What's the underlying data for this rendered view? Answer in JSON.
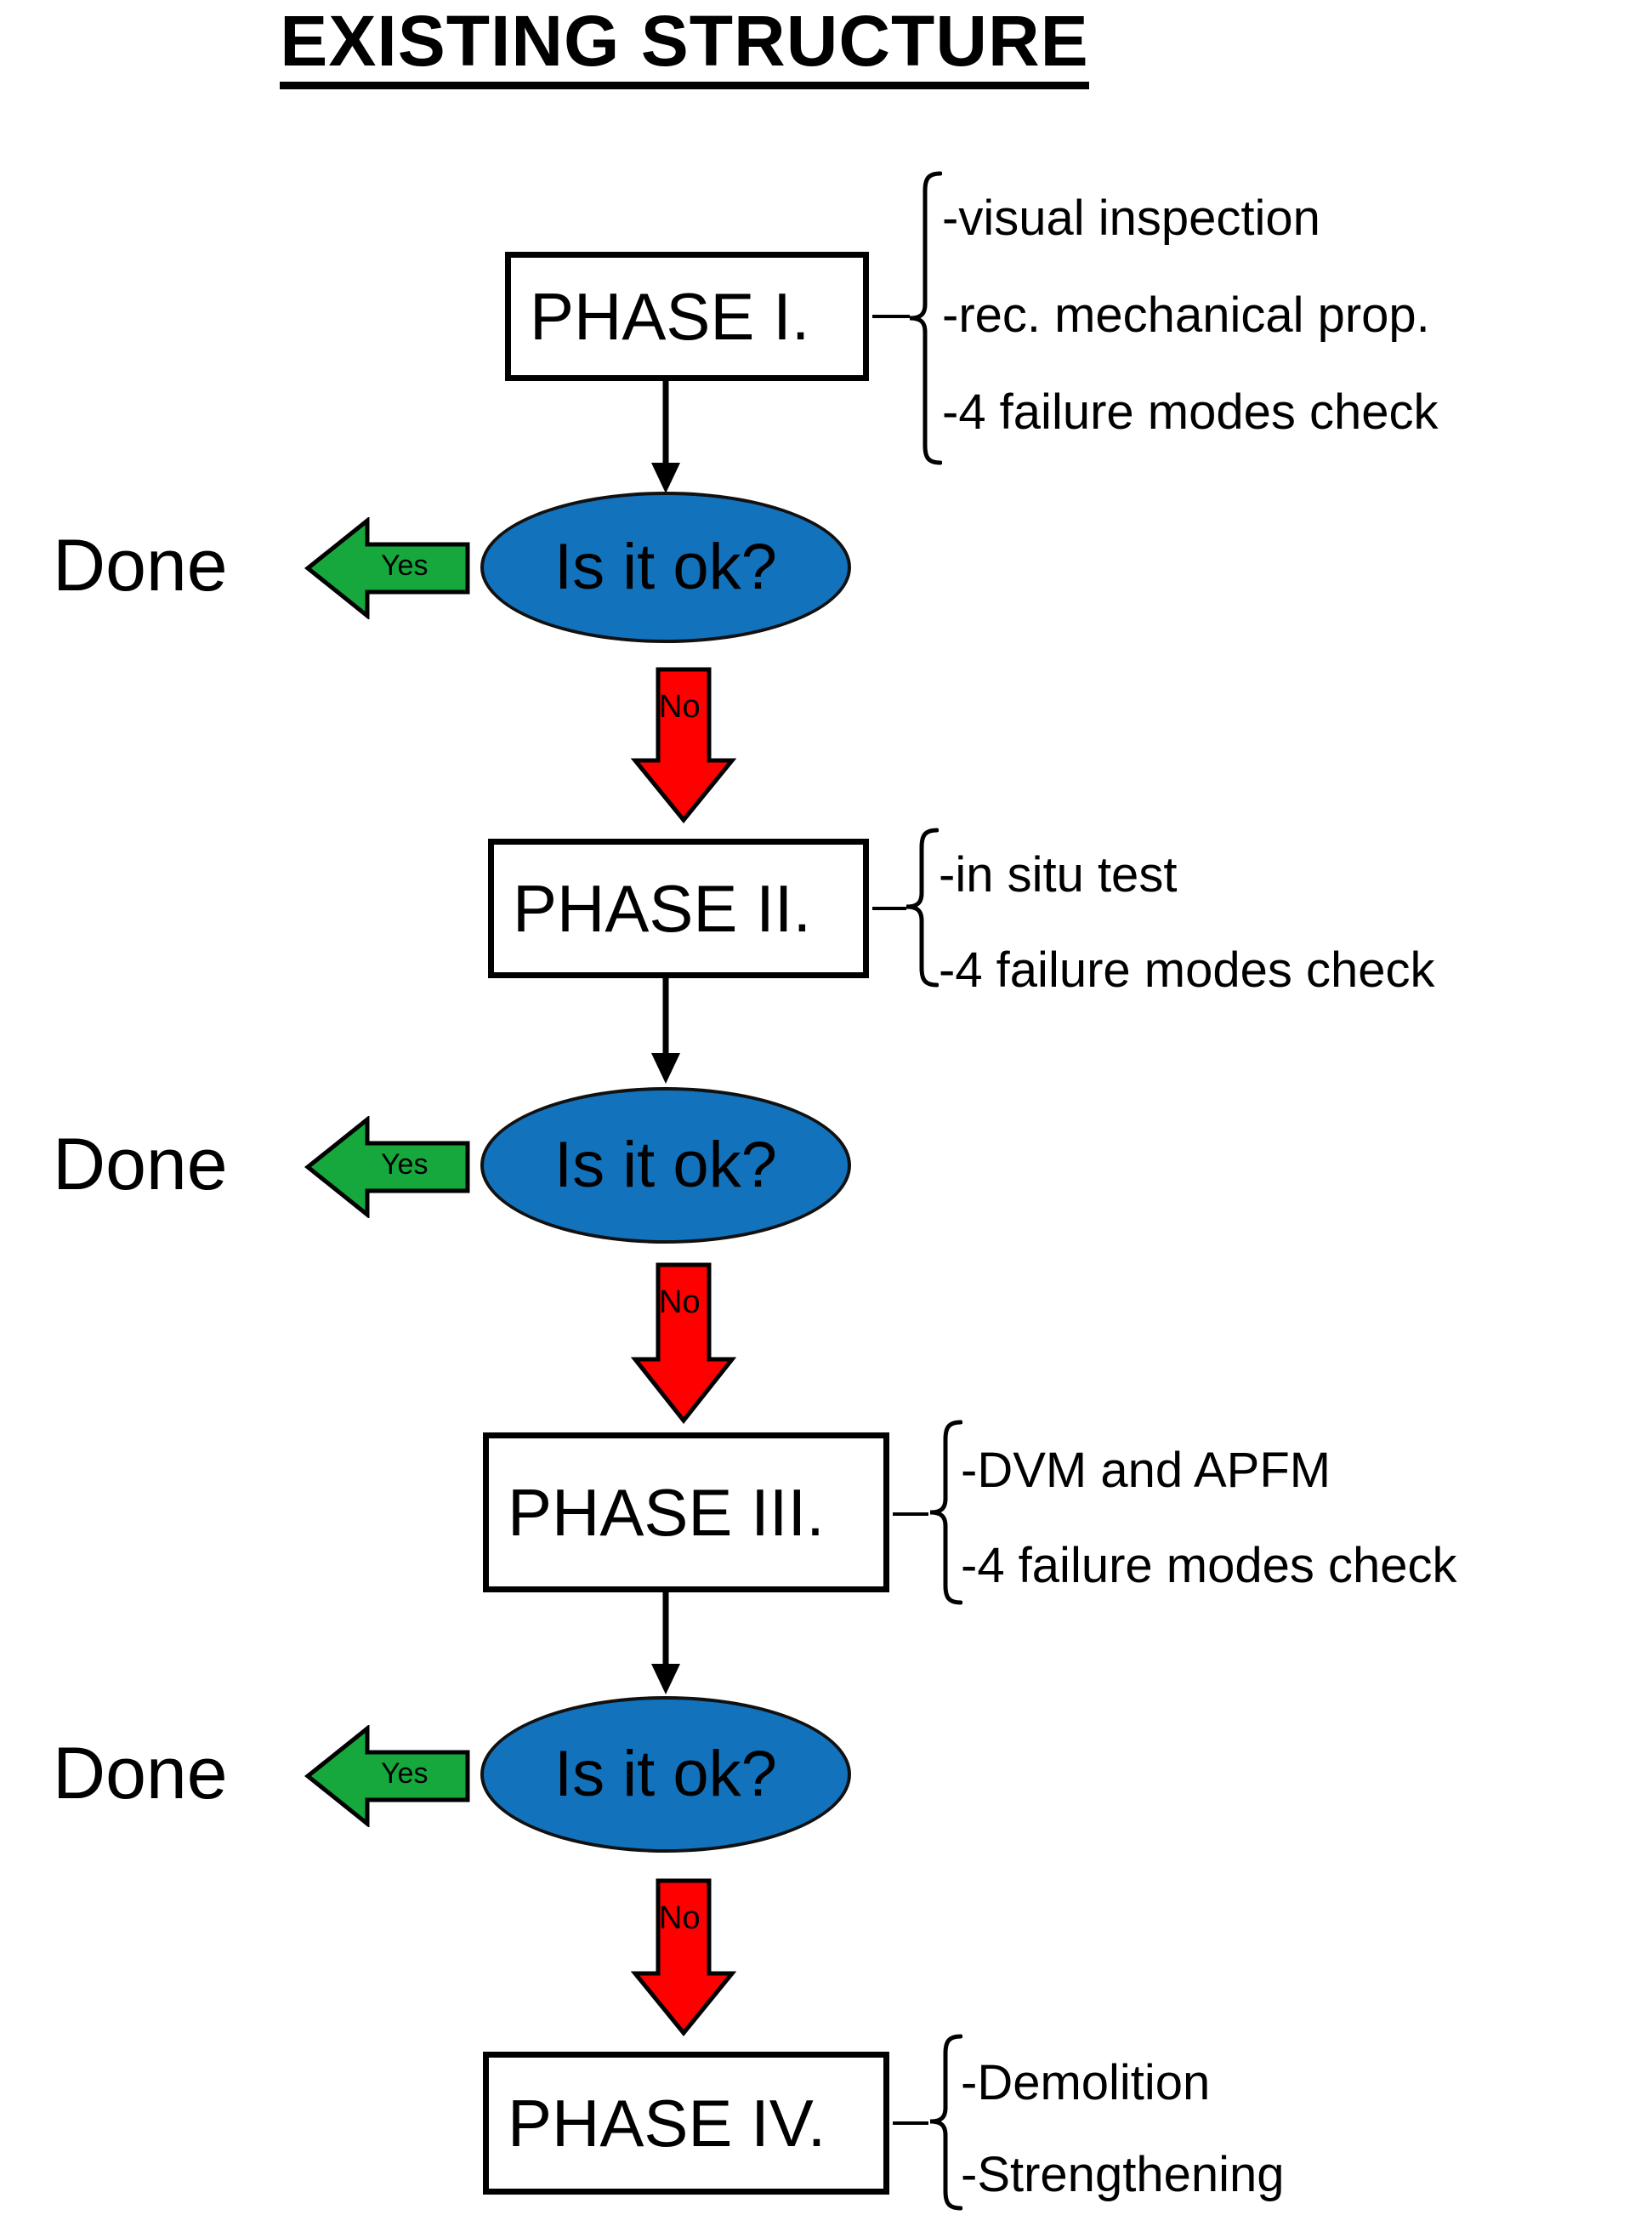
{
  "diagram": {
    "title": "EXISTING STRUCTURE",
    "type": "flowchart",
    "colors": {
      "decision_fill": "#1272BC",
      "yes_arrow": "#16A83C",
      "no_arrow": "#FF0000",
      "stroke": "#000000",
      "background": "#FFFFFF"
    },
    "phases": [
      {
        "id": "phase-1",
        "label": "PHASE I.",
        "annotations": [
          "-visual inspection",
          "-rec. mechanical prop.",
          "-4 failure modes check"
        ]
      },
      {
        "id": "phase-2",
        "label": "PHASE II.",
        "annotations": [
          "-in situ test",
          "-4 failure modes check"
        ]
      },
      {
        "id": "phase-3",
        "label": "PHASE III.",
        "annotations": [
          "-DVM and APFM",
          "-4 failure modes check"
        ]
      },
      {
        "id": "phase-4",
        "label": "PHASE IV.",
        "annotations": [
          "-Demolition",
          "-Strengthening"
        ]
      }
    ],
    "decisions": [
      {
        "id": "decision-1",
        "question": "Is it ok?",
        "yes_label": "Yes",
        "yes_target": "Done",
        "no_label": "No",
        "no_target": "PHASE II."
      },
      {
        "id": "decision-2",
        "question": "Is it ok?",
        "yes_label": "Yes",
        "yes_target": "Done",
        "no_label": "No",
        "no_target": "PHASE III."
      },
      {
        "id": "decision-3",
        "question": "Is it ok?",
        "yes_label": "Yes",
        "yes_target": "Done",
        "no_label": "No",
        "no_target": "PHASE IV."
      }
    ],
    "terminals": [
      {
        "id": "done-1",
        "label": "Done"
      },
      {
        "id": "done-2",
        "label": "Done"
      },
      {
        "id": "done-3",
        "label": "Done"
      }
    ]
  }
}
